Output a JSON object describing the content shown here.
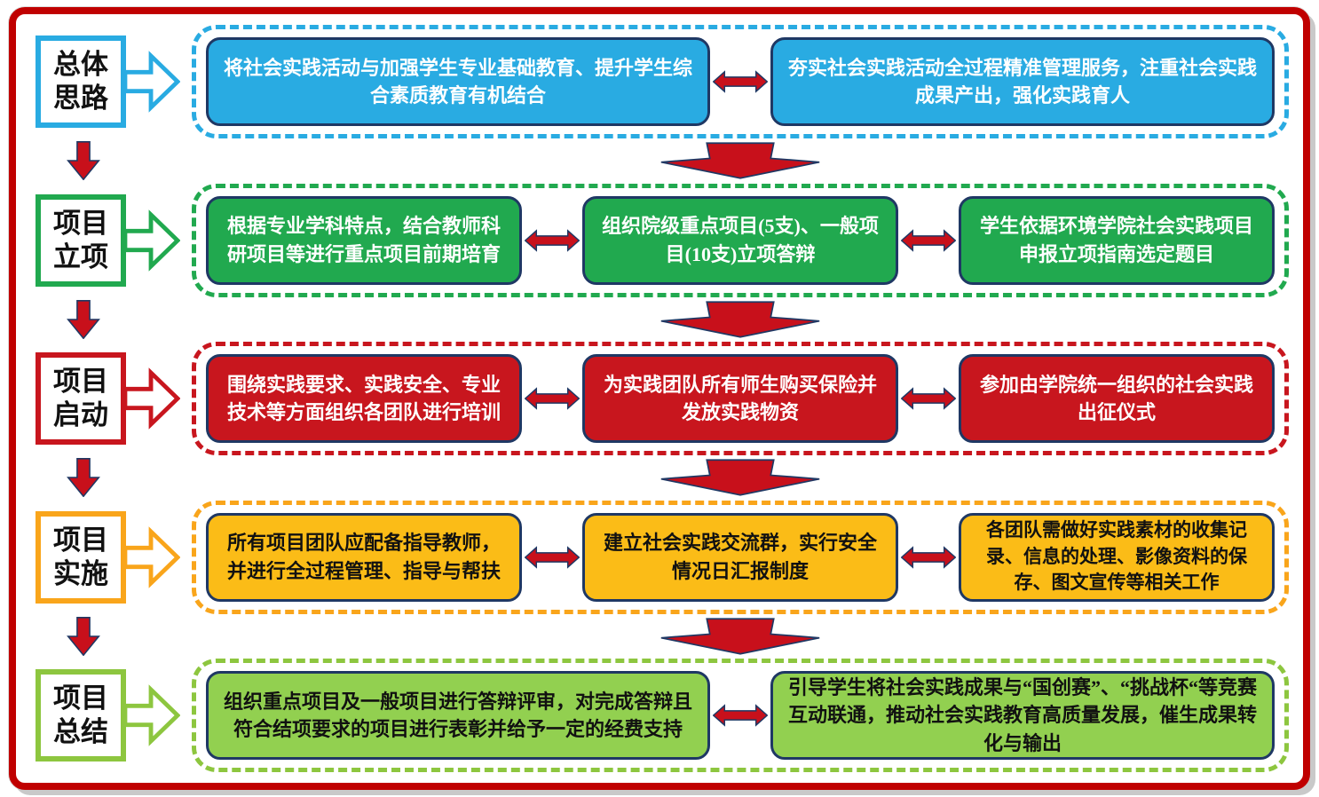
{
  "colors": {
    "frame": "#C00000",
    "shadow": "#C9C9C9",
    "arrow_red": "#C8101B",
    "outline_navy": "#1F3864"
  },
  "rows": [
    {
      "key": "overall-approach",
      "label": "总体\n思路",
      "color": "#29ABE2",
      "box_fill": "#29ABE2",
      "text_color": "#FFFFFF",
      "boxes": [
        "将社会实践活动与加强学生专业基础教育、提升学生综合素质教育有机结合",
        "夯实社会实践活动全过程精准管理服务，注重社会实践成果产出，强化实践育人"
      ]
    },
    {
      "key": "project-approval",
      "label": "项目\n立项",
      "color": "#21A94F",
      "box_fill": "#21A94F",
      "text_color": "#FFFFFF",
      "boxes": [
        "根据专业学科特点，结合教师科研项目等进行重点项目前期培育",
        "组织院级重点项目(5支)、一般项目(10支)立项答辩",
        "学生依据环境学院社会实践项目申报立项指南选定题目"
      ]
    },
    {
      "key": "project-launch",
      "label": "项目\n启动",
      "color": "#C8161E",
      "box_fill": "#C8161E",
      "text_color": "#FFFFFF",
      "boxes": [
        "围绕实践要求、实践安全、专业技术等方面组织各团队进行培训",
        "为实践团队所有师生购买保险并发放实践物资",
        "参加由学院统一组织的社会实践出征仪式"
      ]
    },
    {
      "key": "project-implementation",
      "label": "项目\n实施",
      "color": "#F9A51B",
      "box_fill": "#FBBC17",
      "text_color": "#111111",
      "boxes": [
        "所有项目团队应配备指导教师，并进行全过程管理、指导与帮扶",
        "建立社会实践交流群，实行安全情况日汇报制度",
        "各团队需做好实践素材的收集记录、信息的处理、影像资料的保存、图文宣传等相关工作"
      ]
    },
    {
      "key": "project-summary",
      "label": "项目\n总结",
      "color": "#8DC63F",
      "box_fill": "#92D050",
      "text_color": "#111111",
      "boxes": [
        "组织重点项目及一般项目进行答辩评审，对完成答辩且符合结项要求的项目进行表彰并给予一定的经费支持",
        "引导学生将社会实践成果与“国创赛”、“挑战杯“等竞赛互动联通，推动社会实践教育高质量发展，催生成果转化与输出"
      ]
    }
  ]
}
